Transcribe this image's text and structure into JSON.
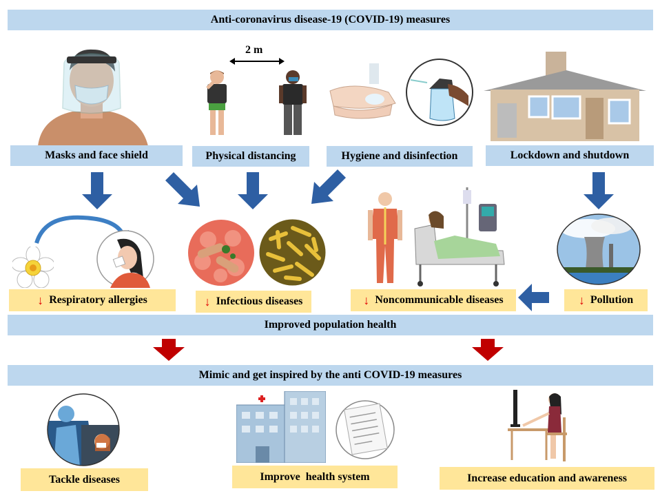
{
  "title": "Anti-coronavirus disease-19 (COVID-19) measures",
  "distance": "2 m",
  "measures": [
    {
      "label": "Masks and face shield"
    },
    {
      "label": "Physical distancing"
    },
    {
      "label": "Hygiene and disinfection"
    },
    {
      "label": "Lockdown and shutdown"
    }
  ],
  "outcomes": [
    {
      "label": "Respiratory allergies"
    },
    {
      "label": "Infectious diseases"
    },
    {
      "label": "Noncommunicable diseases"
    },
    {
      "label": "Pollution"
    }
  ],
  "improved": "Improved population health",
  "inspire": "Mimic and get inspired by the anti COVID-19 measures",
  "actions": [
    {
      "label": "Tackle diseases"
    },
    {
      "label": "Improve  health system"
    },
    {
      "label": "Increase education and awareness"
    }
  ],
  "decrease_glyph": "↓",
  "colors": {
    "header": "#bdd7ee",
    "outcome": "#ffe699",
    "blue_arrow": "#2e5fa3",
    "red_arrow": "#c00000"
  }
}
